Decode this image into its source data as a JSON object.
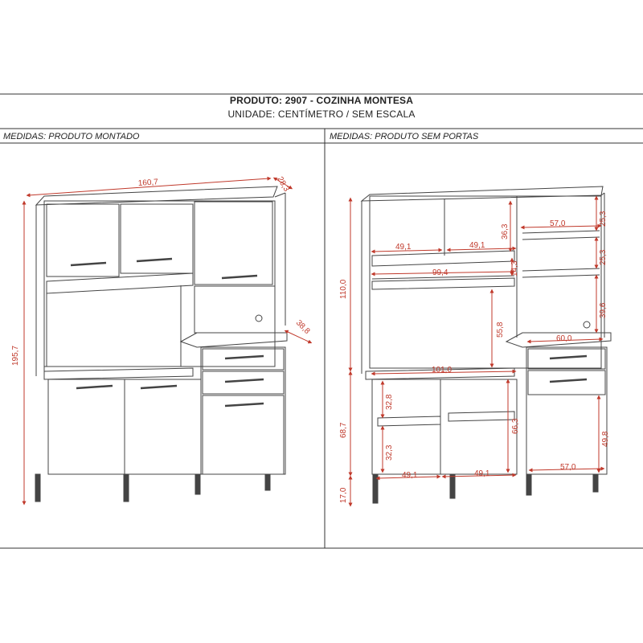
{
  "header": {
    "title": "PRODUTO: 2907 - COZINHA MONTESA",
    "subtitle": "UNIDADE: CENTÍMETRO / SEM ESCALA"
  },
  "panels": {
    "left": {
      "label": "MEDIDAS: PRODUTO MONTADO",
      "dims": {
        "width": "160,7",
        "depth": "28,3",
        "height": "195,7",
        "counter_depth": "38,8"
      }
    },
    "right": {
      "label": "MEDIDAS: PRODUTO SEM PORTAS",
      "dims": {
        "upper_height": "110,0",
        "lower_height": "68,7",
        "leg_height": "17,0",
        "niche_left": "49,1",
        "niche_mid": "49,1",
        "niche_h": "36,3",
        "shelf_w": "99,4",
        "shelf_gap": "14,3",
        "tall_niche": "55,8",
        "right_w1": "57,0",
        "right_h1": "25,3",
        "right_h2": "25,3",
        "right_h3": "39,6",
        "drawer_w": "60,0",
        "base_w": "101,0",
        "base_h1": "32,8",
        "base_h2": "32,3",
        "base_h3": "66,3",
        "base_h4": "49,8",
        "bottom_w1": "49,1",
        "bottom_w2": "49,1",
        "bottom_w3": "57,0"
      }
    }
  },
  "colors": {
    "line": "#444444",
    "dimension": "#c0392b",
    "frame": "#333333"
  }
}
